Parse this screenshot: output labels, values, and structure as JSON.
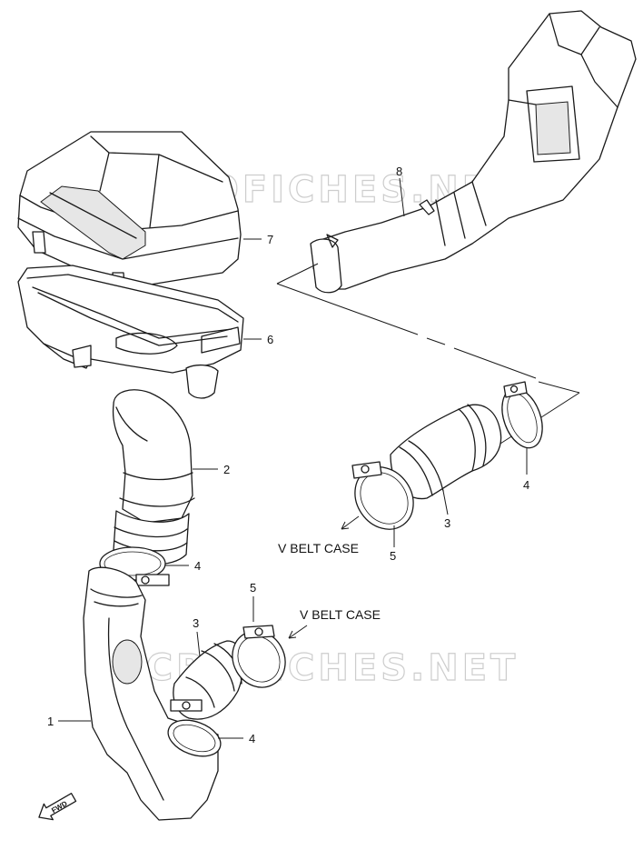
{
  "watermark": "MICROFICHES.NET",
  "callouts": {
    "p1": "1",
    "p2": "2",
    "p3_left": "3",
    "p3_right": "3",
    "p4_upper": "4",
    "p4_lower": "4",
    "p4_right": "4",
    "p5_left": "5",
    "p5_right": "5",
    "p6": "6",
    "p7": "7",
    "p8": "8"
  },
  "labels": {
    "v_belt_case_right": "V BELT CASE",
    "v_belt_case_left": "V BELT CASE",
    "fwd": "FWD"
  },
  "icons": [
    "arrow-icon",
    "fwd-arrow-icon"
  ]
}
